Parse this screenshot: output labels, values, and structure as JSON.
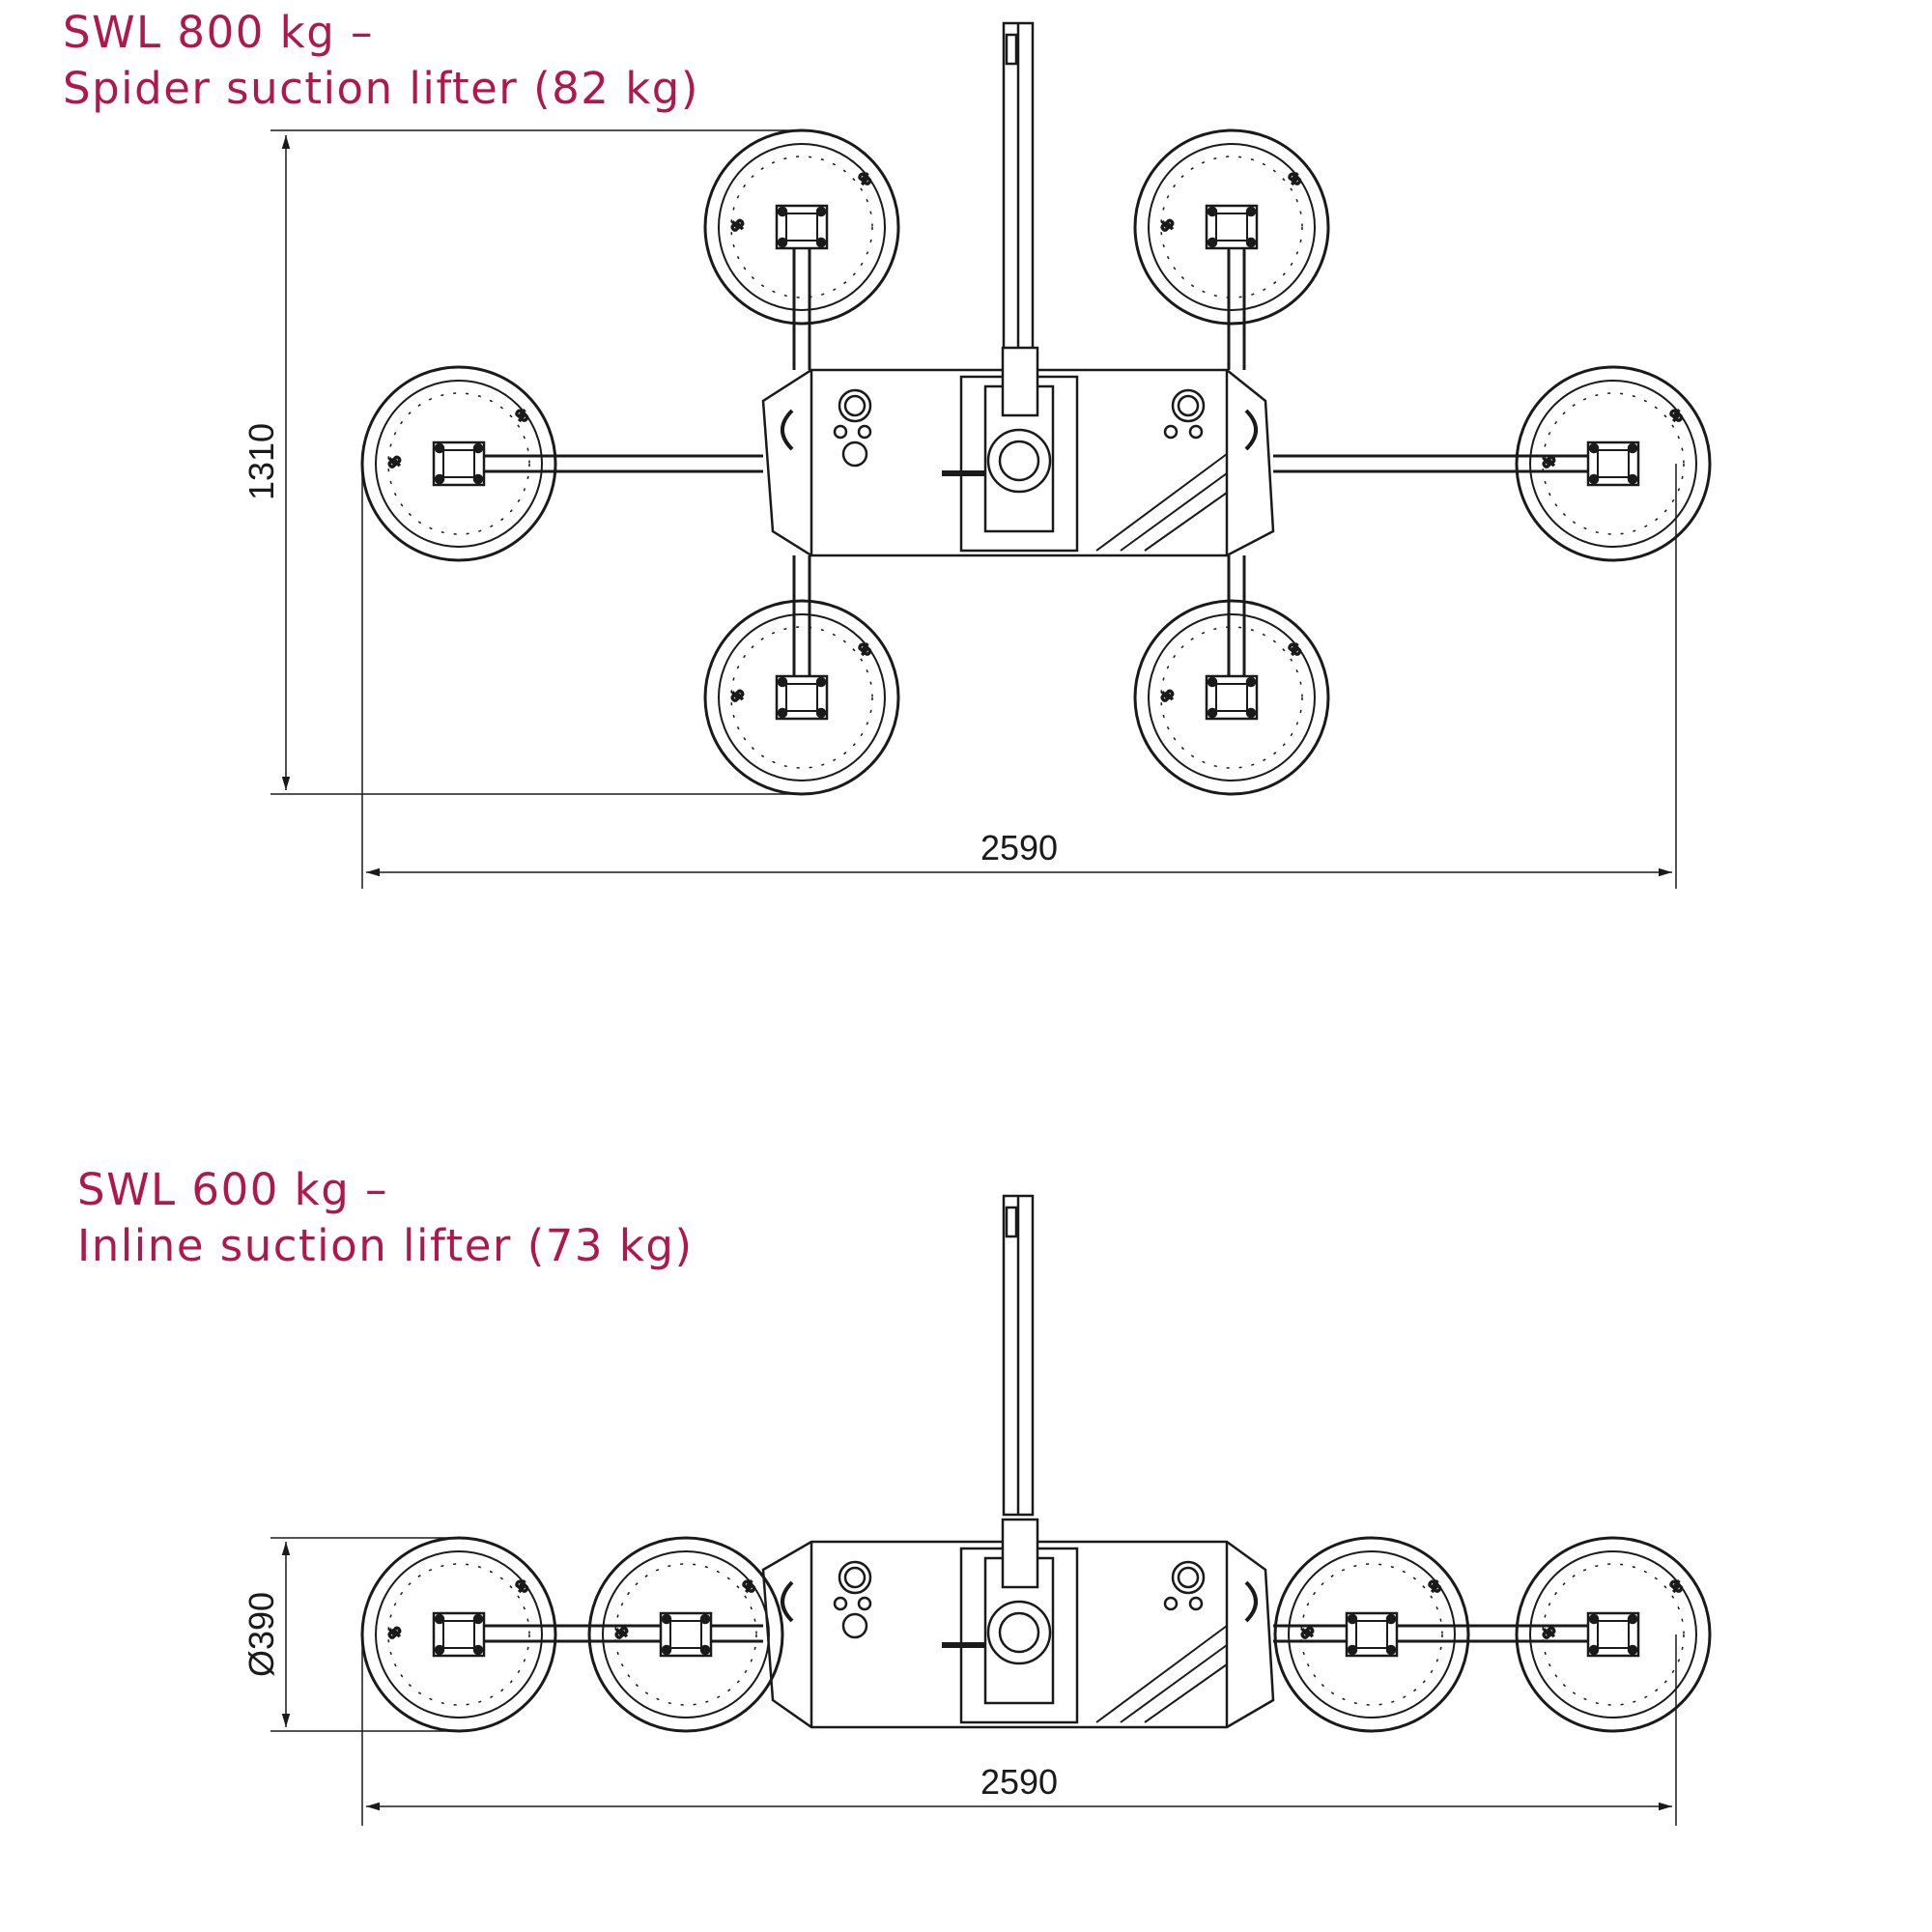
{
  "colors": {
    "title": "#b0174a",
    "line": "#1a1a1a",
    "background": "#ffffff"
  },
  "spider": {
    "title_line1": "SWL 800 kg –",
    "title_line2": "Spider suction lifter (82 kg)",
    "dim_height": "1310",
    "dim_width": "2590",
    "suction_pads": 6
  },
  "inline": {
    "title_line1": "SWL 600 kg –",
    "title_line2": "Inline suction lifter (73 kg)",
    "dim_diameter": "Ø390",
    "dim_width": "2590",
    "suction_pads": 4
  }
}
